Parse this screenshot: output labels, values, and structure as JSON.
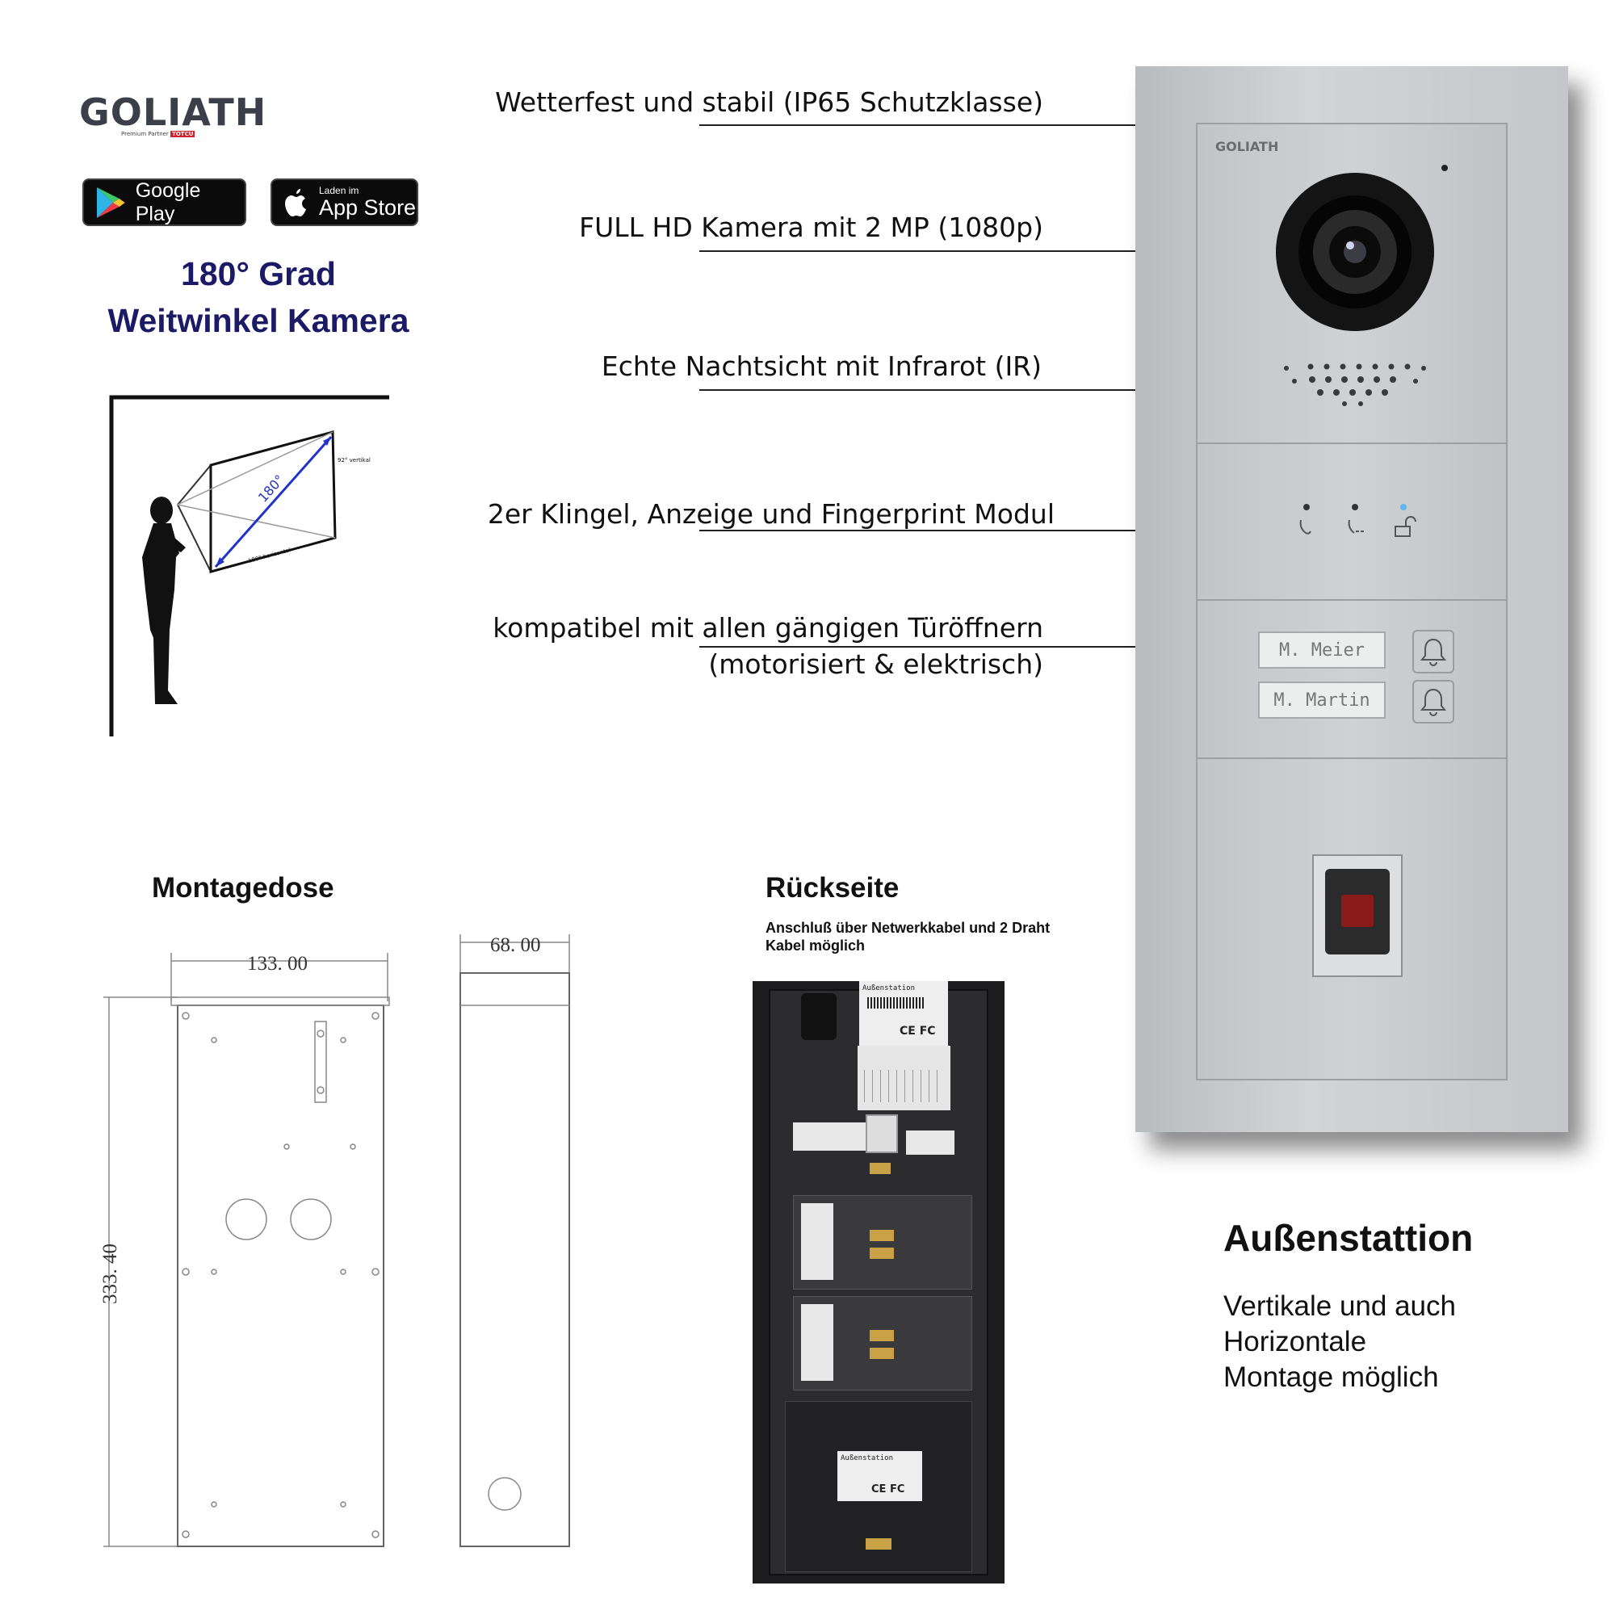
{
  "brand": {
    "logo_text": "GOLIATH",
    "tagline_prefix": "Premium Partner",
    "tagline_suffix": "TOTCU"
  },
  "stores": {
    "google_label": "Google Play",
    "apple_small": "Laden im",
    "apple_big": "App Store"
  },
  "headline": {
    "line1": "180° Grad",
    "line2": "Weitwinkel Kamera"
  },
  "diagram": {
    "angle_label": "180°",
    "vertical_label": "92° vertikal",
    "horizontal_label": "180° horizontal"
  },
  "features": [
    "Wetterfest und stabil (IP65 Schutzklasse)",
    "FULL HD Kamera mit 2 MP (1080p)",
    "Echte Nachtsicht mit Infrarot (IR)",
    "2er Klingel, Anzeige und Fingerprint Modul",
    "kompatibel mit allen gängigen Türöffnern",
    "(motorisiert & elektrisch)"
  ],
  "station": {
    "brand": "GOLIATH",
    "names": [
      "M. Meier",
      "M. Martin"
    ],
    "colors": {
      "plate": "#c6c8cb",
      "led_blue": "#5fb6e8",
      "sensor_red": "#8b1a1a"
    }
  },
  "montage": {
    "title": "Montagedose",
    "width_label": "133. 00",
    "depth_label": "68. 00",
    "height_label": "333. 40"
  },
  "rueckseite": {
    "title": "Rückseite",
    "note_line1": "Anschluß über Netwerkkabel und 2 Draht",
    "note_line2": "Kabel möglich",
    "label_text": "Außenstation",
    "cert_text": "CE FC"
  },
  "aussen": {
    "title": "Außenstattion",
    "body_line1": "Vertikale und auch",
    "body_line2": "Horizontale",
    "body_line3": "Montage möglich"
  }
}
